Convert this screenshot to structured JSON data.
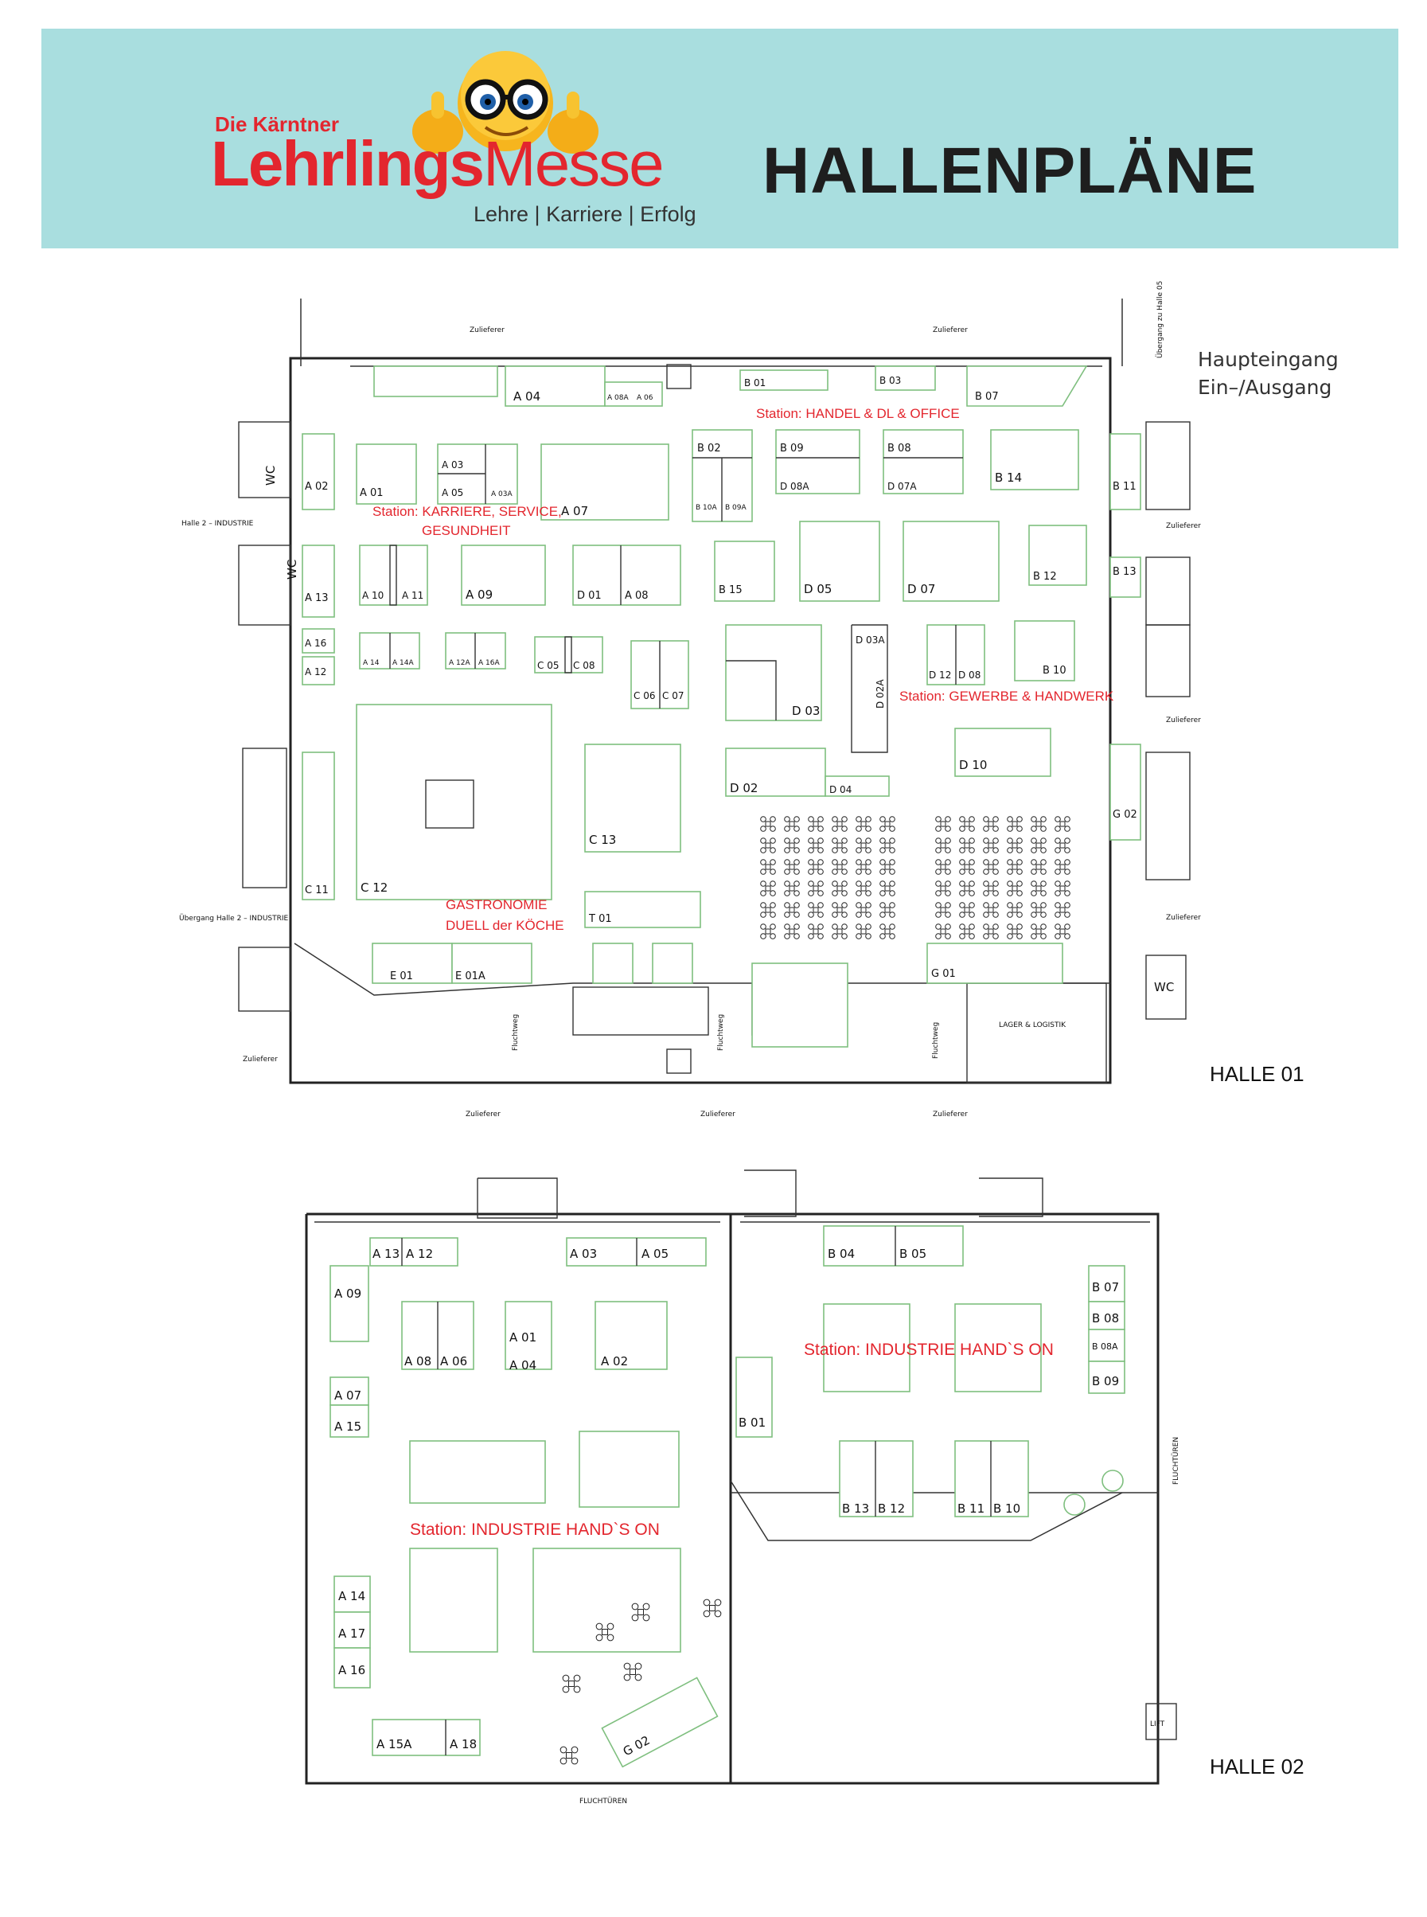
{
  "header": {
    "logo_small": "Die Kärntner",
    "logo_bold": "Lehrlings",
    "logo_light": "Messe",
    "tagline": "Lehre | Karriere | Erfolg",
    "title": "HALLENPLÄNE",
    "mascot": "thumbs-up-emoji-with-glasses",
    "accent": "#a9dedf",
    "brand": "#e3262e"
  },
  "halle01": {
    "name": "HALLE 01",
    "entrance_1": "Haupteingang",
    "entrance_2": "Ein–/Ausgang",
    "stations": {
      "handel": "Station: HANDEL & DL & OFFICE",
      "karriere_1": "Station: KARRIERE, SERVICE,",
      "karriere_2": "GESUNDHEIT",
      "gewerbe": "Station: GEWERBE & HANDWERK",
      "gastro_1": "GASTRONOMIE",
      "gastro_2": "DUELL der KÖCHE"
    },
    "misc": {
      "zulieferer": "Zulieferer",
      "wc": "WC",
      "lager": "LAGER & LOGISTIK",
      "flucht": "Fluchtweg",
      "industrie_left": "Halle 2 – INDUSTRIE",
      "industrie_left2": "Übergang Halle 2 – INDUSTRIE",
      "uebergang": "Übergang zu Halle 05"
    },
    "booths": {
      "a04": "A 04",
      "a08a": "A 08A",
      "a06": "A 06",
      "b01": "B 01",
      "b03": "B 03",
      "b07": "B 07",
      "a02": "A 02",
      "a01": "A 01",
      "a03": "A 03",
      "a05": "A 05",
      "a03a": "A 03A",
      "a07": "A 07",
      "b02": "B 02",
      "b10a": "B 10A",
      "b09a": "B 09A",
      "b09": "B 09",
      "d08a": "D 08A",
      "b08": "B 08",
      "d07a": "D 07A",
      "b14": "B 14",
      "b11": "B 11",
      "a13": "A 13",
      "a10": "A 10",
      "a11": "A 11",
      "a09": "A 09",
      "d01": "D 01",
      "a08": "A 08",
      "b15": "B 15",
      "d05": "D 05",
      "d07": "D 07",
      "b12": "B 12",
      "b13": "B 13",
      "a16": "A 16",
      "a12": "A 12",
      "a14": "A 14",
      "a14a": "A 14A",
      "a12a": "A 12A",
      "a16a": "A 16A",
      "c05": "C 05",
      "c08": "C 08",
      "c06": "C 06",
      "c07": "C 07",
      "d03": "D 03",
      "d03a": "D 03A",
      "d02a": "D 02A",
      "d12": "D 12",
      "d08": "D 08",
      "b10": "B 10",
      "d02": "D 02",
      "d04": "D 04",
      "d10": "D 10",
      "g02": "G 02",
      "c11": "C 11",
      "c12": "C 12",
      "c13": "C 13",
      "t01": "T 01",
      "e01": "E 01",
      "e01a": "E 01A",
      "g01": "G 01"
    }
  },
  "halle02": {
    "name": "HALLE 02",
    "station_left": "Station: INDUSTRIE  HAND`S ON",
    "station_right": "Station: INDUSTRIE  HAND`S ON",
    "misc": {
      "fluchttueren": "FLUCHTÜREN",
      "lift": "LIFT"
    },
    "booths": {
      "a13": "A 13",
      "a12": "A 12",
      "a03": "A 03",
      "a05": "A 05",
      "a09": "A 09",
      "a08": "A 08",
      "a06": "A 06",
      "a01": "A 01",
      "a04": "A 04",
      "a02": "A 02",
      "a07": "A 07",
      "a15": "A 15",
      "a14": "A 14",
      "a17": "A 17",
      "a16": "A 16",
      "a15a": "A 15A",
      "a18": "A 18",
      "g02": "G 02",
      "b04": "B 04",
      "b05": "B 05",
      "b07": "B 07",
      "b08": "B 08",
      "b08a": "B 08A",
      "b09": "B 09",
      "b01": "B 01",
      "b13": "B 13",
      "b12": "B 12",
      "b11": "B 11",
      "b10": "B 10"
    }
  }
}
